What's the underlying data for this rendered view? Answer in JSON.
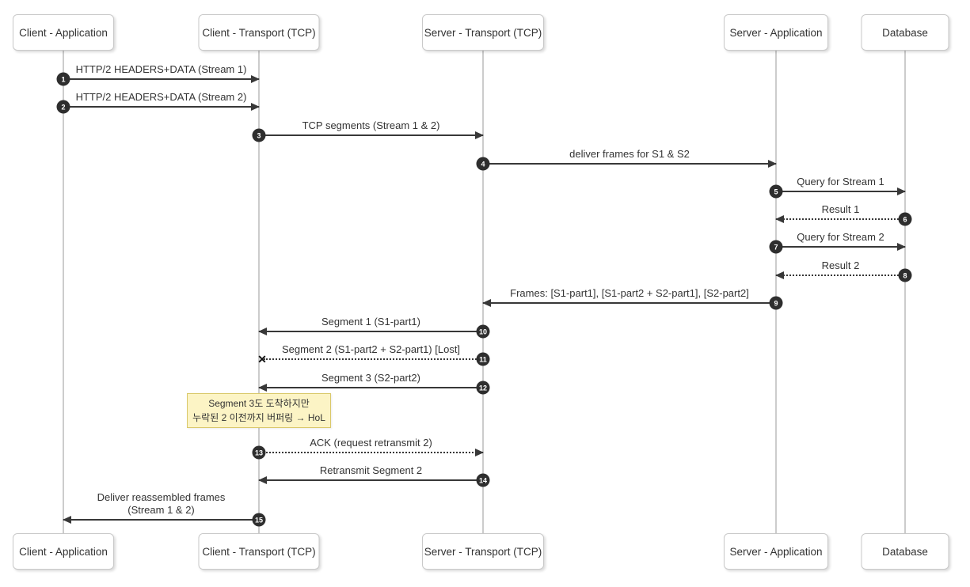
{
  "diagram": {
    "type": "sequence-diagram",
    "actors": [
      {
        "id": "client-app",
        "label": "Client - Application"
      },
      {
        "id": "client-transport",
        "label": "Client - Transport (TCP)"
      },
      {
        "id": "server-transport",
        "label": "Server - Transport (TCP)"
      },
      {
        "id": "server-app",
        "label": "Server - Application"
      },
      {
        "id": "database",
        "label": "Database"
      }
    ],
    "messages": [
      {
        "num": "1",
        "label": "HTTP/2 HEADERS+DATA (Stream 1)",
        "from": "client-app",
        "to": "client-transport",
        "style": "solid"
      },
      {
        "num": "2",
        "label": "HTTP/2 HEADERS+DATA (Stream 2)",
        "from": "client-app",
        "to": "client-transport",
        "style": "solid"
      },
      {
        "num": "3",
        "label": "TCP segments (Stream 1 & 2)",
        "from": "client-transport",
        "to": "server-transport",
        "style": "solid"
      },
      {
        "num": "4",
        "label": "deliver frames for S1 & S2",
        "from": "server-transport",
        "to": "server-app",
        "style": "solid"
      },
      {
        "num": "5",
        "label": "Query for Stream 1",
        "from": "server-app",
        "to": "database",
        "style": "solid"
      },
      {
        "num": "6",
        "label": "Result 1",
        "from": "database",
        "to": "server-app",
        "style": "dotted"
      },
      {
        "num": "7",
        "label": "Query for Stream 2",
        "from": "server-app",
        "to": "database",
        "style": "solid"
      },
      {
        "num": "8",
        "label": "Result 2",
        "from": "database",
        "to": "server-app",
        "style": "dotted"
      },
      {
        "num": "9",
        "label": "Frames: [S1-part1], [S1-part2 + S2-part1], [S2-part2]",
        "from": "server-app",
        "to": "server-transport",
        "style": "solid"
      },
      {
        "num": "10",
        "label": "Segment 1 (S1-part1)",
        "from": "server-transport",
        "to": "client-transport",
        "style": "solid"
      },
      {
        "num": "11",
        "label": "Segment 2 (S1-part2 + S2-part1) [Lost]",
        "from": "server-transport",
        "to": "client-transport",
        "style": "dotted",
        "lost": true
      },
      {
        "num": "12",
        "label": "Segment 3 (S2-part2)",
        "from": "server-transport",
        "to": "client-transport",
        "style": "solid"
      },
      {
        "num": "13",
        "label": "ACK (request retransmit 2)",
        "from": "client-transport",
        "to": "server-transport",
        "style": "dotted"
      },
      {
        "num": "14",
        "label": "Retransmit Segment 2",
        "from": "server-transport",
        "to": "client-transport",
        "style": "solid"
      },
      {
        "num": "15",
        "label": "Deliver reassembled frames",
        "label2": "(Stream 1 & 2)",
        "from": "client-transport",
        "to": "client-app",
        "style": "solid"
      }
    ],
    "note": {
      "line1": "Segment 3도 도착하지만",
      "line2": "누락된 2 이전까지 버퍼링 → HoL"
    },
    "lost_marker": "✕",
    "colors": {
      "background": "#ffffff",
      "note_bg": "#fcf4c5",
      "note_border": "#d9c86a",
      "number_circle": "#2e2e2e",
      "arrow_line": "#383838",
      "lifeline": "#cccccc",
      "box_border": "#c9c9c9"
    }
  }
}
